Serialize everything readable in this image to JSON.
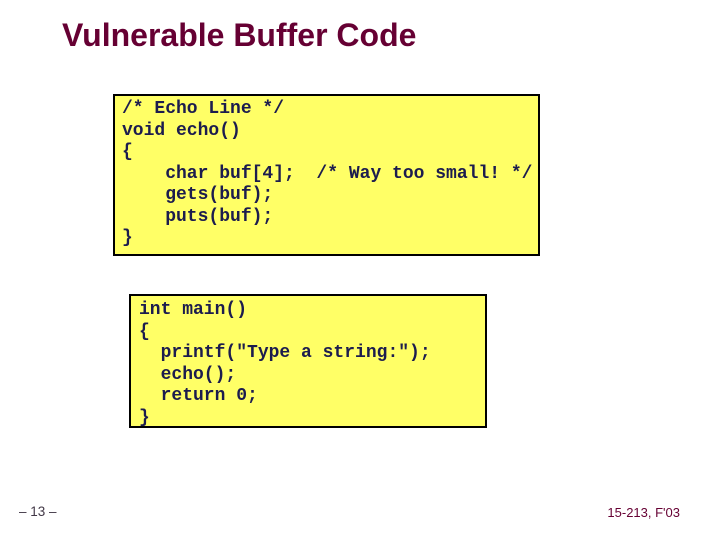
{
  "slide": {
    "title": "Vulnerable Buffer Code",
    "footer_left": "– 13 –",
    "footer_right": "15-213, F'03"
  },
  "code_blocks": [
    {
      "name": "echo-function",
      "lines": [
        "/* Echo Line */",
        "void echo()",
        "{",
        "    char buf[4];  /* Way too small! */",
        "    gets(buf);",
        "    puts(buf);",
        "}"
      ]
    },
    {
      "name": "main-function",
      "lines": [
        "int main()",
        "{",
        "  printf(\"Type a string:\");",
        "  echo();",
        "  return 0;",
        "}"
      ]
    }
  ],
  "colors": {
    "title_text": "#660033",
    "code_background": "#ffff66",
    "code_border": "#000000",
    "code_text": "#1c1c4e",
    "footer_left_text": "#413746",
    "footer_right_text": "#660033",
    "slide_background": "#ffffff"
  }
}
